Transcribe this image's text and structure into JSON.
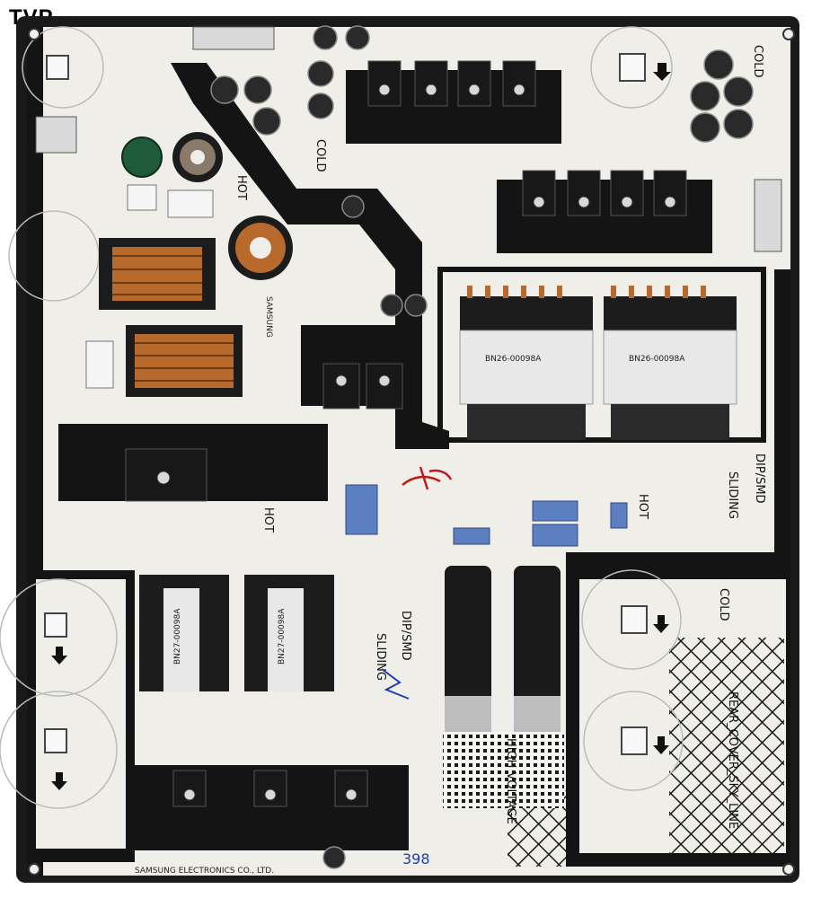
{
  "watermark": "TVP",
  "labels": {
    "cold_top_right": "COLD",
    "cold_center": "COLD",
    "cold_lower_right": "COLD",
    "hot_left": "HOT",
    "hot_middle": "HOT",
    "hot_right": "HOT",
    "dip_smd_right": "DIP/SMD",
    "sliding_right": "SLIDING",
    "dip_smd_mid": "DIP/SMD",
    "sliding_mid": "SLIDING",
    "high_voltage": "HIGH VOLTAGE",
    "rear_cover": "REAR_COVER_SKY_LINE",
    "transformer_1": "BN26-00098A",
    "transformer_2": "BN26-00098A",
    "small_transformer_1": "BN27-00098A",
    "small_transformer_2": "BN27-00098A",
    "brand": "SAMSUNG",
    "factory_note": "SAMSUNG ELECTRONICS CO., LTD.",
    "handwritten_number": "398"
  },
  "colors": {
    "board": "#efeee8",
    "black_zone": "#141414",
    "copper": "#b8692c"
  }
}
